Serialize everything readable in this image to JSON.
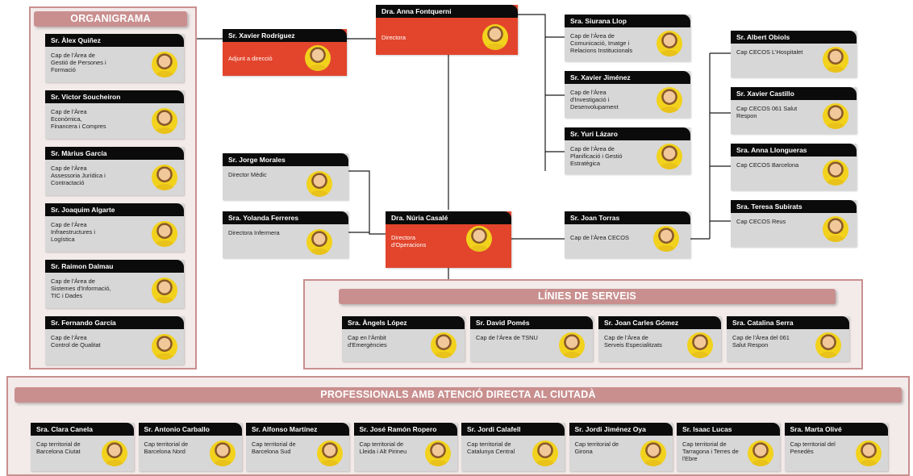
{
  "organigrama": {
    "title": "ORGANIGRAMA",
    "members": [
      {
        "name": "Sr. Àlex Quiñez",
        "role": "Cap de l'Àrea de\nGestió de Persones i\nFormació"
      },
      {
        "name": "Sr. Víctor Soucheiron",
        "role": "Cap de l'Àrea\nEconòmica,\nFinancera i Compres"
      },
      {
        "name": "Sr. Màrius García",
        "role": "Cap de l'Àrea\nAssessoria Jurídica i\nContractació"
      },
      {
        "name": "Sr. Joaquim Algarte",
        "role": "Cap de l'Àrea\nInfraestructures i\nLogística"
      },
      {
        "name": "Sr. Raimon Dalmau",
        "role": "Cap de l'Àrea de\nSistemes d'Informació,\nTIC i Dades"
      },
      {
        "name": "Sr. Fernando García",
        "role": "Cap de l'Àrea\nControl de Qualitat"
      }
    ]
  },
  "director": {
    "name": "Dra. Anna Fontquerni",
    "role": "Directora"
  },
  "adjunt": {
    "name": "Sr. Xavier Rodríguez",
    "role": "Adjunt a direcció"
  },
  "right_areas": [
    {
      "name": "Sra. Siurana Llop",
      "role": "Cap de l'Àrea de\nComunicació, Imatge i\nRelacions Institucionals"
    },
    {
      "name": "Sr. Xavier Jiménez",
      "role": "Cap de l'Àrea\nd'Investigació i\nDesenvolupament"
    },
    {
      "name": "Sr. Yuri Lázaro",
      "role": "Cap de l'Àrea de\nPlanificació i Gestió\nEstratègica"
    }
  ],
  "medical": [
    {
      "name": "Sr. Jorge Morales",
      "role": "Director Mèdic"
    },
    {
      "name": "Sra. Yolanda Ferreres",
      "role": "Directora Infermera"
    }
  ],
  "operations": {
    "name": "Dra. Núria Casalé",
    "role": "Directora\nd'Operacions"
  },
  "cecos_head": {
    "name": "Sr. Joan Torras",
    "role": "Cap de l'Àrea CECOS"
  },
  "cecos": [
    {
      "name": "Sr. Albert Obiols",
      "role": "Cap CECOS L'Hospitalet"
    },
    {
      "name": "Sr. Xavier Castillo",
      "role": "Cap CECOS 061 Salut\nRespon"
    },
    {
      "name": "Sra. Anna Llongueras",
      "role": "Cap CECOS Barcelona"
    },
    {
      "name": "Sra. Teresa Subirats",
      "role": "Cap CECOS Reus"
    }
  ],
  "linies": {
    "title": "LÍNIES DE SERVEIS",
    "members": [
      {
        "name": "Sra. Àngels López",
        "role": "Cap en l'Àmbit\nd'Emergències"
      },
      {
        "name": "Sr. David Pomés",
        "role": "Cap de l'Àrea de TSNU"
      },
      {
        "name": "Sr. Joan Carles Gómez",
        "role": "Cap de l'Àrea de\nServeis Especialitzats"
      },
      {
        "name": "Sra. Catalina Serra",
        "role": "Cap de l'Àrea del 061\nSalut Respon"
      }
    ]
  },
  "professionals": {
    "title": "PROFESSIONALS AMB ATENCIÓ DIRECTA AL CIUTADÀ",
    "members": [
      {
        "name": "Sra. Clara Canela",
        "role": "Cap territorial de\nBarcelona Ciutat"
      },
      {
        "name": "Sr. Antonio Carballo",
        "role": "Cap territorial de\nBarcelona Nord"
      },
      {
        "name": "Sr. Alfonso Martínez",
        "role": "Cap territorial de\nBarcelona Sud"
      },
      {
        "name": "Sr. José Ramón Ropero",
        "role": "Cap territorial de\nLleida i Alt Pirineu"
      },
      {
        "name": "Sr. Jordi Calafell",
        "role": "Cap territorial de\nCatalunya Central"
      },
      {
        "name": "Sr. Jordi Jiménez Oya",
        "role": "Cap territorial de\nGirona"
      },
      {
        "name": "Sr. Isaac Lucas",
        "role": "Cap territorial de\nTarragona i Terres de\nl'Ebre"
      },
      {
        "name": "Sra. Marta Olivé",
        "role": "Cap territorial del\nPenedès"
      }
    ]
  }
}
